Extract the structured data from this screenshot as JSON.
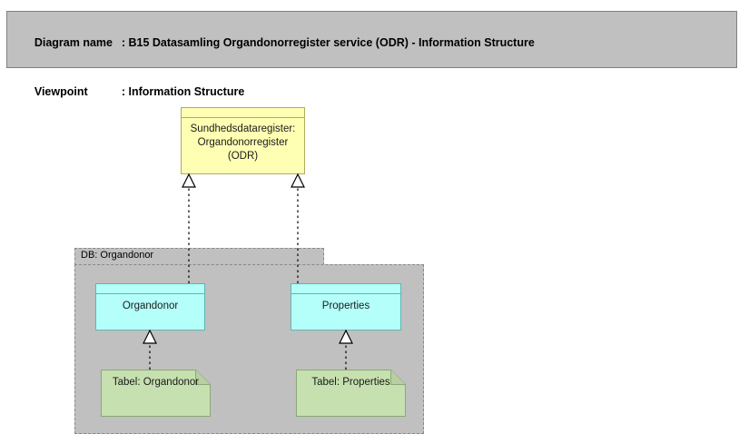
{
  "header": {
    "line1_label": "Diagram name",
    "line1_sep": ": ",
    "line1_value": "B15 Datasamling Organdonorregister service (ODR) - Information Structure",
    "line2_label": "Viewpoint",
    "line2_sep": ": ",
    "line2_value": "Information Structure"
  },
  "diagram": {
    "package": {
      "label": "DB: Organdonor",
      "fill": "#c0c0c0",
      "border": "#888888"
    },
    "nodes": [
      {
        "id": "odr",
        "label": "Sundhedsdataregister:\nOrgandonorregister\n(ODR)",
        "type": "data-object",
        "fill": "#ffffb4",
        "border": "#b0ad5e"
      },
      {
        "id": "organdonor",
        "label": "Organdonor",
        "type": "data-object",
        "fill": "#b4fffa",
        "border": "#62b5b0"
      },
      {
        "id": "properties",
        "label": "Properties",
        "type": "data-object",
        "fill": "#b4fffa",
        "border": "#62b5b0"
      },
      {
        "id": "tabel-organdonor",
        "label": "Tabel: Organdonor",
        "type": "artifact",
        "fill": "#c6e0b0",
        "border": "#8aa878"
      },
      {
        "id": "tabel-properties",
        "label": "Tabel: Properties",
        "type": "artifact",
        "fill": "#c6e0b0",
        "border": "#8aa878"
      }
    ],
    "relationships": [
      {
        "from": "organdonor",
        "to": "odr",
        "type": "realization"
      },
      {
        "from": "properties",
        "to": "odr",
        "type": "realization"
      },
      {
        "from": "tabel-organdonor",
        "to": "organdonor",
        "type": "realization"
      },
      {
        "from": "tabel-properties",
        "to": "properties",
        "type": "realization"
      }
    ]
  }
}
